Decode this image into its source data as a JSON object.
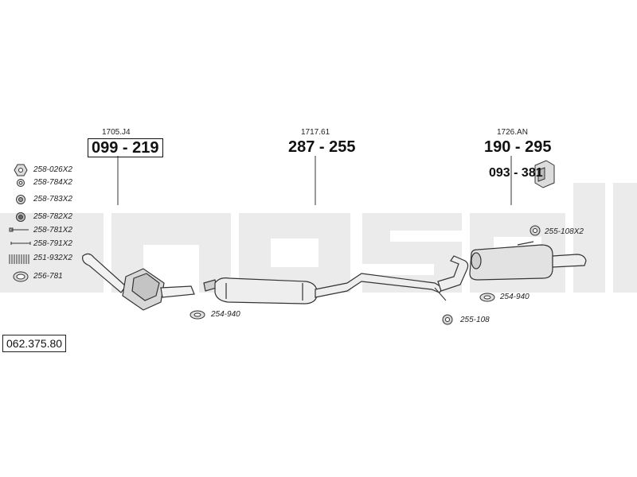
{
  "catalog_number": "062.375.80",
  "assemblies": [
    {
      "sub_ref": "1705.J4",
      "part_number": "099 - 219",
      "boxed": true
    },
    {
      "sub_ref": "1717.61",
      "part_number": "287 - 255",
      "boxed": false
    },
    {
      "sub_ref": "1726.AN",
      "part_number": "190 - 295",
      "boxed": false
    }
  ],
  "bracket_part": "093 - 381",
  "hardware_list": [
    {
      "label": "258-026X2",
      "icon": "nut-icon"
    },
    {
      "label": "258-784X2",
      "icon": "washer-icon"
    },
    {
      "label": "258-783X2",
      "icon": "spring-nut-icon"
    },
    {
      "label": "258-782X2",
      "icon": "lock-nut-icon"
    },
    {
      "label": "258-781X2",
      "icon": "bolt-icon"
    },
    {
      "label": "258-791X2",
      "icon": "stud-icon"
    },
    {
      "label": "251-932X2",
      "icon": "spring-icon"
    },
    {
      "label": "256-781",
      "icon": "sealing-ring-icon"
    }
  ],
  "gaskets": {
    "front": "254-940",
    "rear": "254-940",
    "hanger_rear": "255-108X2",
    "hanger_mid": "255-108"
  }
}
